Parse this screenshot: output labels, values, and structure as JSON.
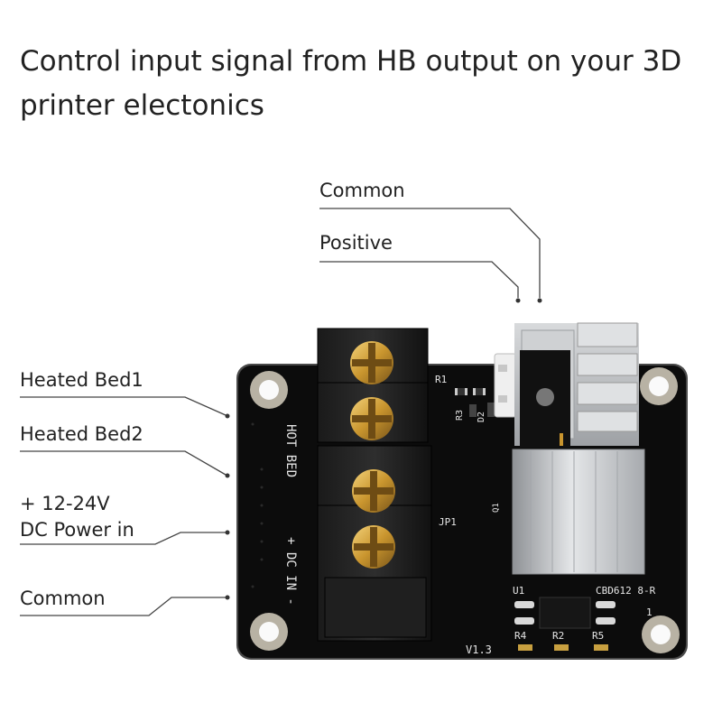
{
  "headline": {
    "line1": "Control input signal from HB output on your 3D",
    "line2": "printer electonics"
  },
  "callouts": {
    "common_top": "Common",
    "positive": "Positive",
    "heated_bed1": "Heated Bed1",
    "heated_bed2": "Heated Bed2",
    "power_line1": "+ 12-24V",
    "power_line2": "DC Power in",
    "common_bottom": "Common"
  },
  "board": {
    "silk_hot_bed": "HOT BED",
    "silk_dc_in": "+ DC IN -",
    "r1": "R1",
    "r2": "R2",
    "r3": "R3",
    "r4": "R4",
    "r5": "R5",
    "d2": "D2",
    "q1": "Q1",
    "u1": "U1",
    "jp1": "JP1",
    "chip": "CBD612 8-R",
    "version": "V1.3",
    "pin1": "1"
  },
  "colors": {
    "text": "#222222",
    "board": "#0c0c0c",
    "silkscreen": "#e6e6e6",
    "brass": "#c9952e",
    "heatsink": "#b9bcc0"
  }
}
